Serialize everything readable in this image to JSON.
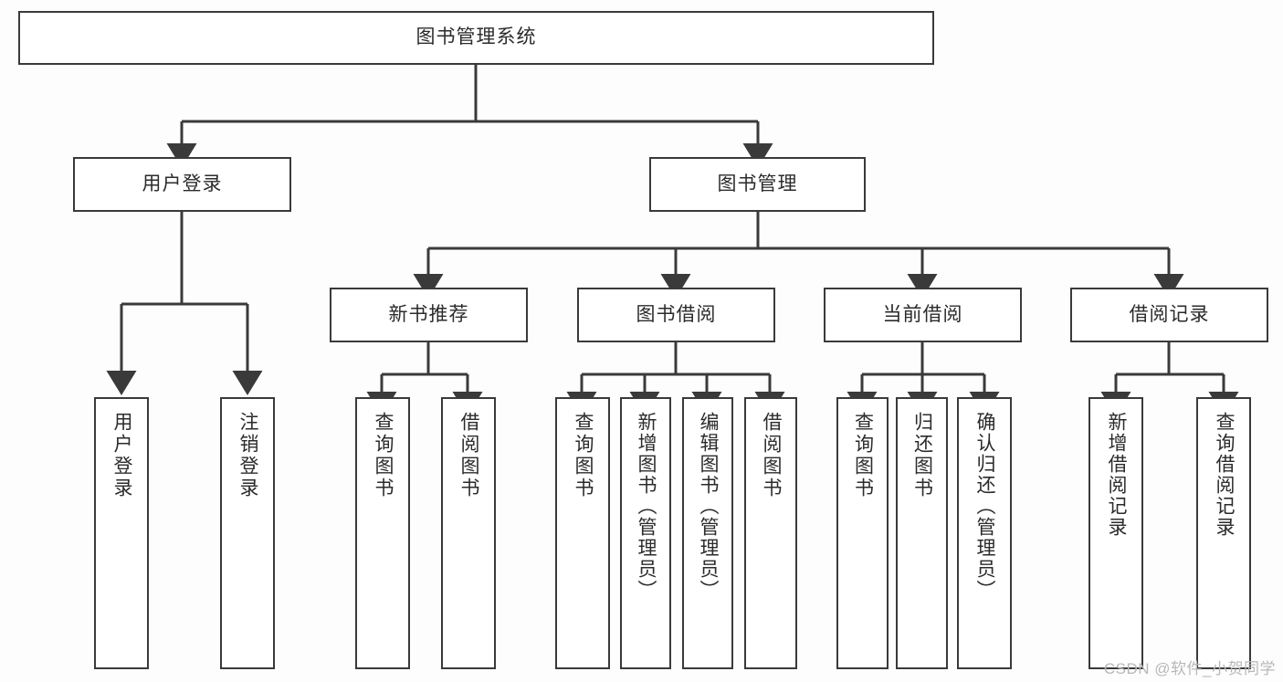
{
  "diagram": {
    "title": "图书管理系统",
    "type": "tree-hierarchy",
    "colors": {
      "border": "#3a3a3a",
      "fill": "#ffffff",
      "text": "#2b2b2b",
      "background": "#fdfdfd",
      "watermark": "#b8b8b8"
    },
    "levels": {
      "root": {
        "label": "图书管理系统"
      },
      "level2": [
        {
          "label": "用户登录"
        },
        {
          "label": "图书管理"
        }
      ],
      "level3": [
        {
          "label": "新书推荐"
        },
        {
          "label": "图书借阅"
        },
        {
          "label": "当前借阅"
        },
        {
          "label": "借阅记录"
        }
      ],
      "leaves": {
        "user_login": [
          {
            "label": "用户登录"
          },
          {
            "label": "注销登录"
          }
        ],
        "new_book_recommend": [
          {
            "label": "查询图书"
          },
          {
            "label": "借阅图书"
          }
        ],
        "book_borrow": [
          {
            "label": "查询图书"
          },
          {
            "label": "新增图书（管理员）"
          },
          {
            "label": "编辑图书（管理员）"
          },
          {
            "label": "借阅图书"
          }
        ],
        "current_borrow": [
          {
            "label": "查询图书"
          },
          {
            "label": "归还图书"
          },
          {
            "label": "确认归还（管理员）"
          }
        ],
        "borrow_records": [
          {
            "label": "新增借阅记录"
          },
          {
            "label": "查询借阅记录"
          }
        ]
      }
    },
    "watermark": "CSDN @软件_小贺同学"
  }
}
